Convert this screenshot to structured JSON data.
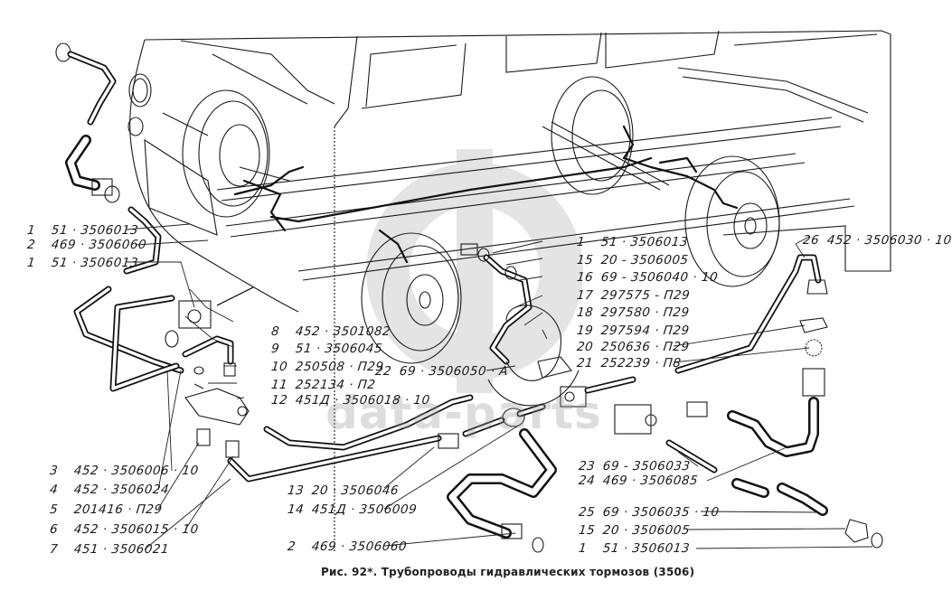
{
  "figure": {
    "caption": "Рис. 92*. Трубопроводы гидравлических тормозов (3506)",
    "watermark": "data-parts",
    "subject": "vehicle hydraulic brake pipelines exploded view"
  },
  "labels_left": [
    {
      "num": "1",
      "part": "51 · 3506013"
    },
    {
      "num": "2",
      "part": "469 · 3506060"
    },
    {
      "num": "1",
      "part": "51 · 3506013"
    }
  ],
  "labels_center": [
    {
      "num": "8",
      "part": "452 · 3501082"
    },
    {
      "num": "9",
      "part": "51 · 3506045"
    },
    {
      "num": "10",
      "part": "250508 · П29"
    },
    {
      "num": "11",
      "part": "252134 · П2"
    },
    {
      "num": "12",
      "part": "451Д · 3506018 · 10"
    }
  ],
  "labels_right_column": [
    {
      "num": "1",
      "part": "51 · 3506013"
    },
    {
      "num": "15",
      "part": "20 - 3506005"
    },
    {
      "num": "16",
      "part": "69 - 3506040 · 10"
    },
    {
      "num": "17",
      "part": "297575 - П29"
    },
    {
      "num": "18",
      "part": "297580 · П29"
    },
    {
      "num": "19",
      "part": "297594 · П29"
    },
    {
      "num": "20",
      "part": "250636 · П29"
    },
    {
      "num": "21",
      "part": "252239 · П8"
    }
  ],
  "label_22": {
    "num": "22",
    "part": "69 · 3506050 · А"
  },
  "label_26": {
    "num": "26",
    "part": "452 · 3506030 · 10"
  },
  "labels_bottom_left": [
    {
      "num": "3",
      "part": "452 · 3506006 · 10"
    },
    {
      "num": "4",
      "part": "452 · 3506024"
    },
    {
      "num": "5",
      "part": "201416 · П29"
    },
    {
      "num": "6",
      "part": "452 · 3506015 · 10"
    },
    {
      "num": "7",
      "part": "451 · 3506021"
    }
  ],
  "labels_bottom_center": [
    {
      "num": "13",
      "part": "20 · 3506046"
    },
    {
      "num": "14",
      "part": "451Д · 3506009"
    },
    {
      "num": "2",
      "part": "469 · 3506060"
    }
  ],
  "labels_bottom_right": [
    {
      "num": "23",
      "part": "69 - 3506033"
    },
    {
      "num": "24",
      "part": "469 · 3506085"
    },
    {
      "num": "25",
      "part": "69 · 3506035 · 10"
    },
    {
      "num": "15",
      "part": "20 · 3506005"
    },
    {
      "num": "1",
      "part": "51 · 3506013"
    }
  ]
}
